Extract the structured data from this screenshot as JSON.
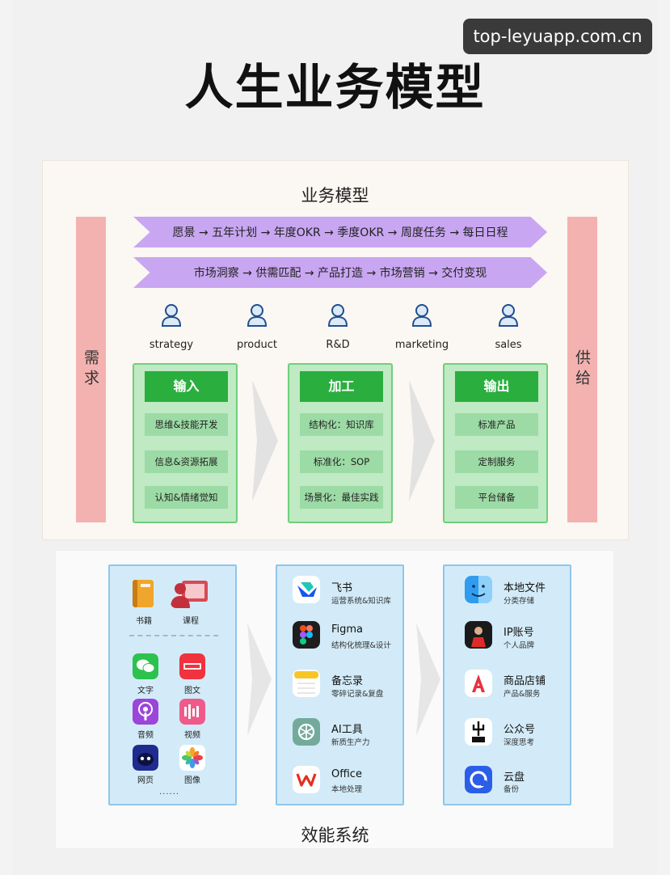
{
  "watermark": "top-leyuapp.com.cn",
  "title": "人生业务模型",
  "business_model": {
    "title": "业务模型",
    "demand_label": "需求",
    "supply_label": "供给",
    "banner1": "愿景 → 五年计划 → 年度OKR → 季度OKR → 周度任务 → 每日日程",
    "banner2": "市场洞察 → 供需匹配 → 产品打造 → 市场营销 → 交付变现",
    "roles": [
      "strategy",
      "product",
      "R&D",
      "marketing",
      "sales"
    ],
    "stages": [
      {
        "title": "输入",
        "items": [
          "思维&技能开发",
          "信息&资源拓展",
          "认知&情绪觉知"
        ]
      },
      {
        "title": "加工",
        "items": [
          "结构化：知识库",
          "标准化：SOP",
          "场景化：最佳实践"
        ]
      },
      {
        "title": "输出",
        "items": [
          "标准产品",
          "定制服务",
          "平台储备"
        ]
      }
    ]
  },
  "efficiency_system": {
    "title": "效能系统",
    "inputs": {
      "top": [
        {
          "label": "书籍",
          "icon": "book-icon"
        },
        {
          "label": "课程",
          "icon": "course-icon"
        }
      ],
      "grid": [
        {
          "label": "文字",
          "icon": "wechat-icon"
        },
        {
          "label": "图文",
          "icon": "xiaohongshu-icon"
        },
        {
          "label": "音频",
          "icon": "podcast-icon"
        },
        {
          "label": "视频",
          "icon": "video-icon"
        },
        {
          "label": "网页",
          "icon": "web-icon"
        },
        {
          "label": "图像",
          "icon": "photos-icon"
        }
      ],
      "more": "......"
    },
    "tools": [
      {
        "name": "飞书",
        "desc": "运营系统&知识库",
        "icon": "feishu-icon"
      },
      {
        "name": "Figma",
        "desc": "结构化梳理&设计",
        "icon": "figma-icon"
      },
      {
        "name": "备忘录",
        "desc": "零碎记录&复盘",
        "icon": "notes-icon"
      },
      {
        "name": "AI工具",
        "desc": "新质生产力",
        "icon": "ai-icon"
      },
      {
        "name": "Office",
        "desc": "本地处理",
        "icon": "office-icon"
      }
    ],
    "outputs": [
      {
        "name": "本地文件",
        "desc": "分类存储",
        "icon": "finder-icon"
      },
      {
        "name": "IP账号",
        "desc": "个人品牌",
        "icon": "ip-account-icon"
      },
      {
        "name": "商品店铺",
        "desc": "产品&服务",
        "icon": "shop-icon"
      },
      {
        "name": "公众号",
        "desc": "深度思考",
        "icon": "official-account-icon"
      },
      {
        "name": "云盘",
        "desc": "备份",
        "icon": "cloud-drive-icon"
      }
    ]
  },
  "colors": {
    "banner": "#c9a6f1",
    "side_bar": "#f3b2b0",
    "stage_fill": "#bfeac3",
    "stage_title": "#2aae3e",
    "tool_box": "#d3ebf8"
  }
}
